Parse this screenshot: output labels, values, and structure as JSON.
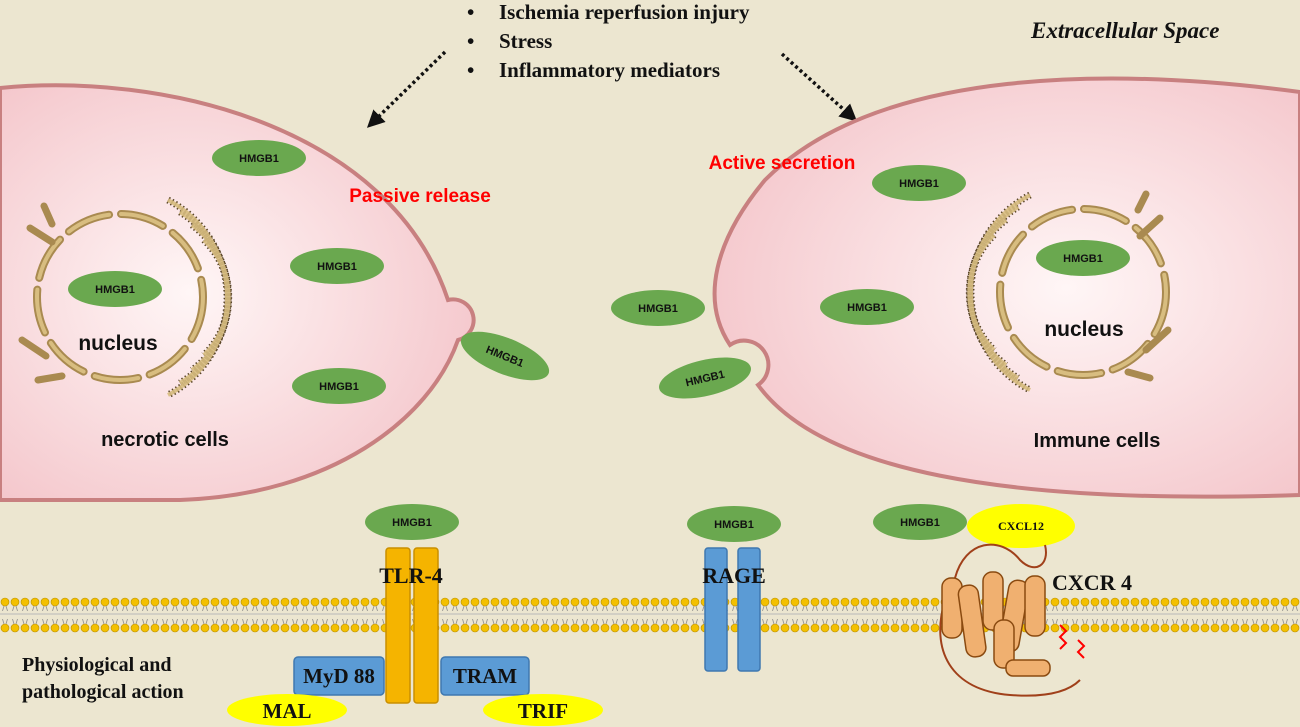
{
  "stimuli": {
    "items": [
      "Ischemia reperfusion injury",
      "Stress",
      "Inflammatory mediators"
    ],
    "bullet": "•"
  },
  "space_label": "Extracellular Space",
  "release": {
    "passive": "Passive release",
    "active": "Active secretion"
  },
  "molecule_label": "HMGB1",
  "cells": {
    "left": {
      "nucleus": "nucleus",
      "caption": "necrotic cells"
    },
    "right": {
      "nucleus": "nucleus",
      "caption": "Immune cells"
    }
  },
  "receptors": {
    "tlr4": "TLR-4",
    "rage": "RAGE",
    "cxcr4": "CXCR 4",
    "cxcl12": "CXCL12",
    "myd88": "MyD 88",
    "tram": "TRAM",
    "mal": "MAL",
    "trif": "TRIF"
  },
  "action": {
    "line1": "Physiological and",
    "line2": "pathological action"
  },
  "colors": {
    "background": "#ece6d0",
    "cell_fill": "#f5ccd0",
    "cell_outline": "#c88080",
    "hmgb1": "#6aa84f",
    "tlr4": "#f5b400",
    "receptor_blue": "#5b9bd5",
    "adaptor_yellow": "#ffff00",
    "cxcr4": "#f0b070",
    "highlight_red": "#ff0000"
  }
}
